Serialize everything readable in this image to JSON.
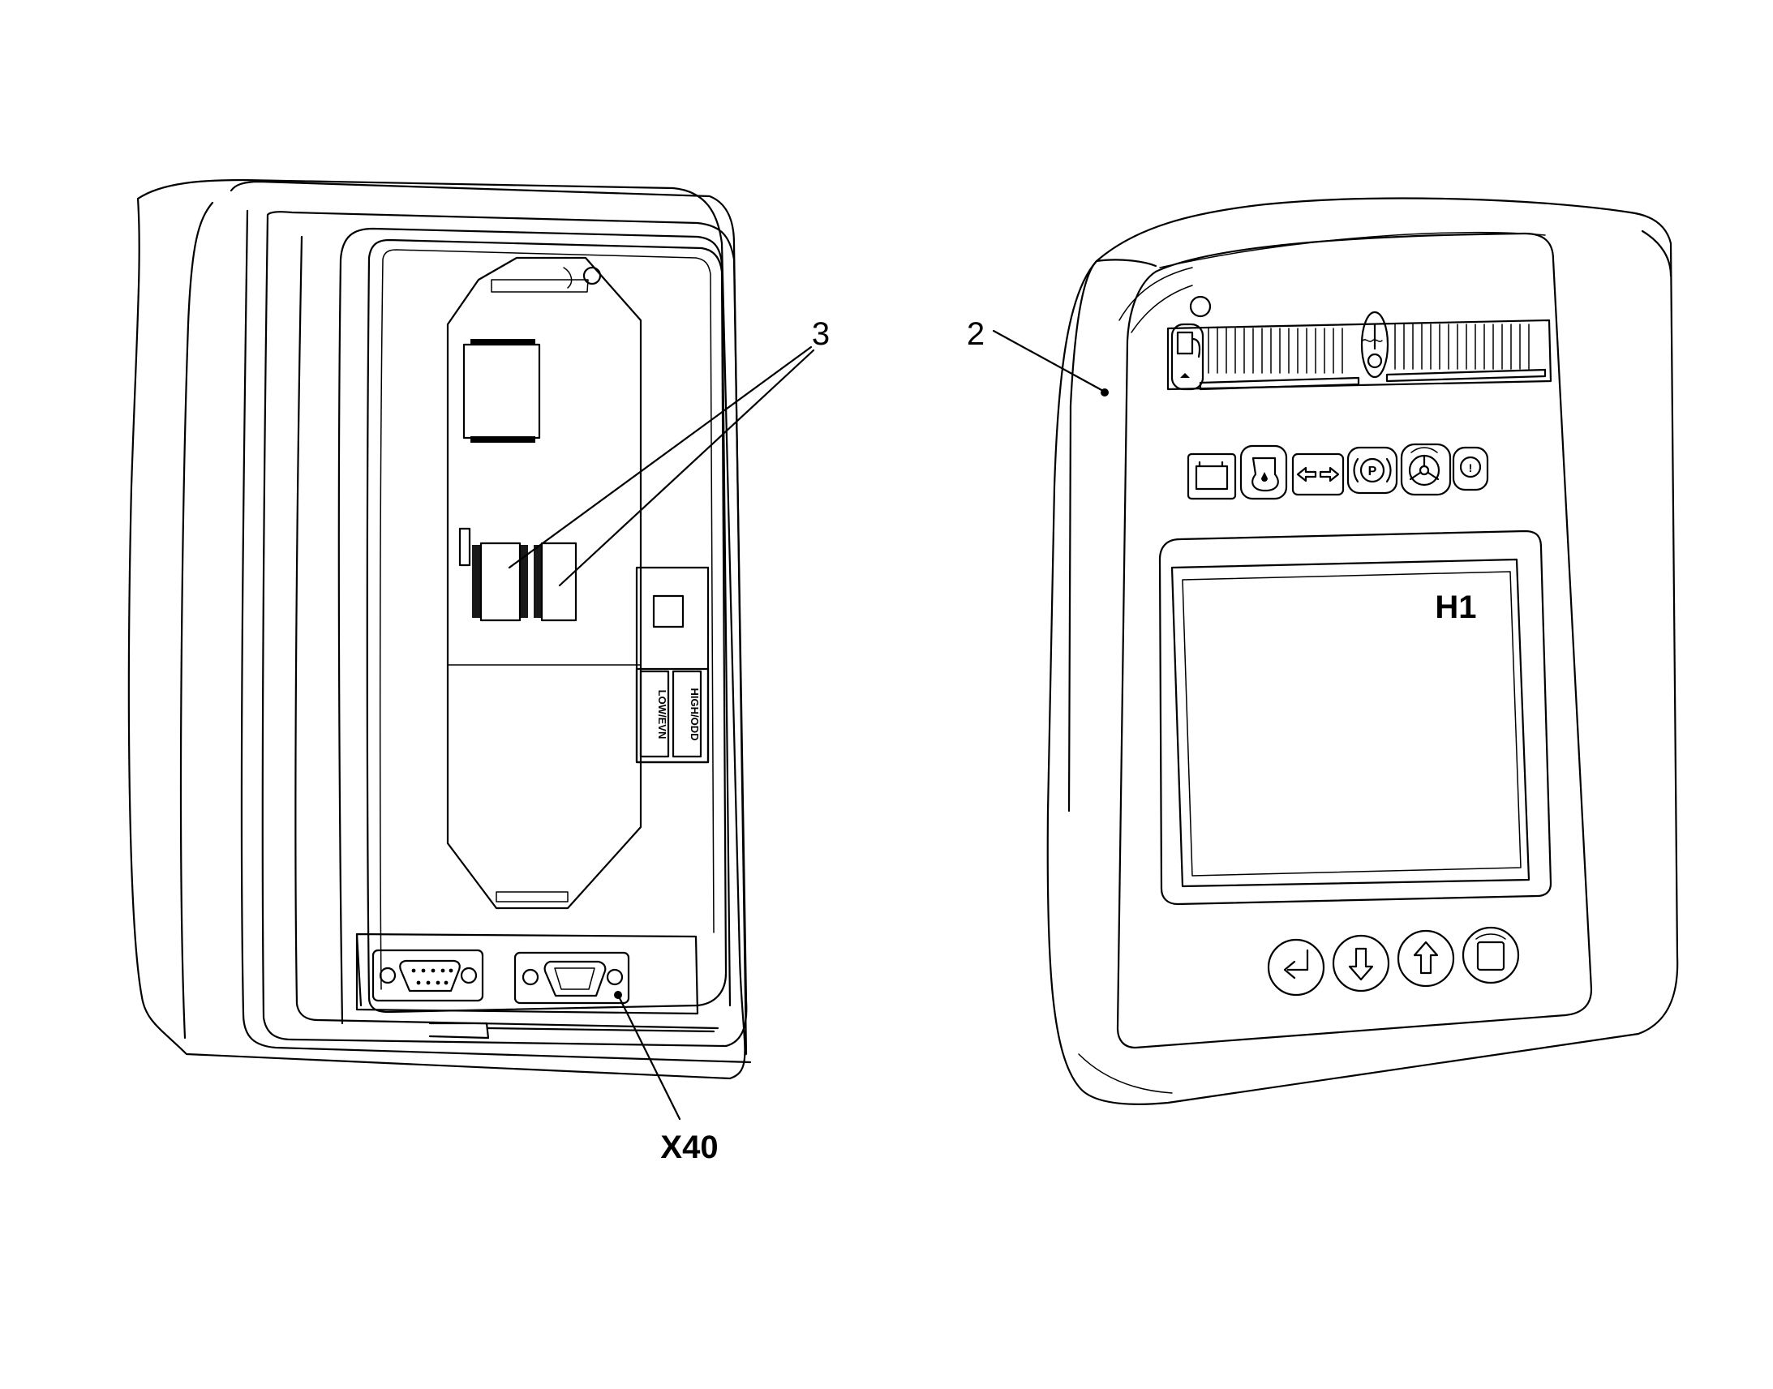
{
  "labels": {
    "callout_3": "3",
    "callout_2": "2",
    "callout_x40": "X40",
    "callout_h1": "H1",
    "switch_low": "LOW/EVN",
    "switch_high": "HIGH/ODD"
  },
  "icons": {
    "top_row": [
      "fuel-pump-icon",
      "coolant-temperature-icon"
    ],
    "warning_row": [
      "battery-icon",
      "oil-pressure-icon",
      "turn-signal-icon",
      "parking-brake-icon",
      "steering-icon",
      "brake-warning-icon"
    ],
    "buttons": [
      "enter-icon",
      "arrow-down-icon",
      "arrow-up-icon",
      "home-icon"
    ]
  },
  "colors": {
    "line": "#000000",
    "background": "#ffffff"
  }
}
